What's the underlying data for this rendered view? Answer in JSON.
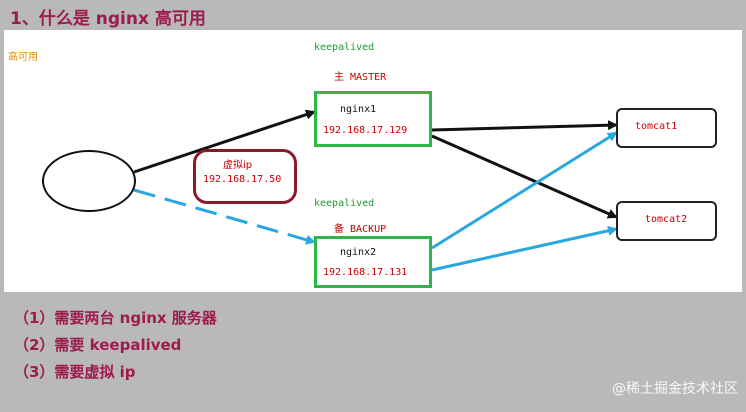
{
  "title": "1、什么是 nginx 高可用",
  "diagram": {
    "corner_label": "高可用",
    "master": {
      "group_label": "keepalived",
      "role_label": "主 MASTER",
      "name": "nginx1",
      "ip": "192.168.17.129"
    },
    "backup": {
      "group_label": "keepalived",
      "role_label": "备 BACKUP",
      "name": "nginx2",
      "ip": "192.168.17.131"
    },
    "vip": {
      "label": "虚拟ip",
      "ip": "192.168.17.50"
    },
    "servers": [
      "tomcat1",
      "tomcat2"
    ],
    "colors": {
      "green": "#2fb54a",
      "red": "#cc0000",
      "blue_arrow": "#29a8e0",
      "vip_border": "#8b1a2b",
      "title": "#9e1b4e"
    }
  },
  "list": [
    "（1）需要两台 nginx 服务器",
    "（2）需要 keepalived",
    "（3）需要虚拟 ip"
  ],
  "watermark": "@稀土掘金技术社区"
}
